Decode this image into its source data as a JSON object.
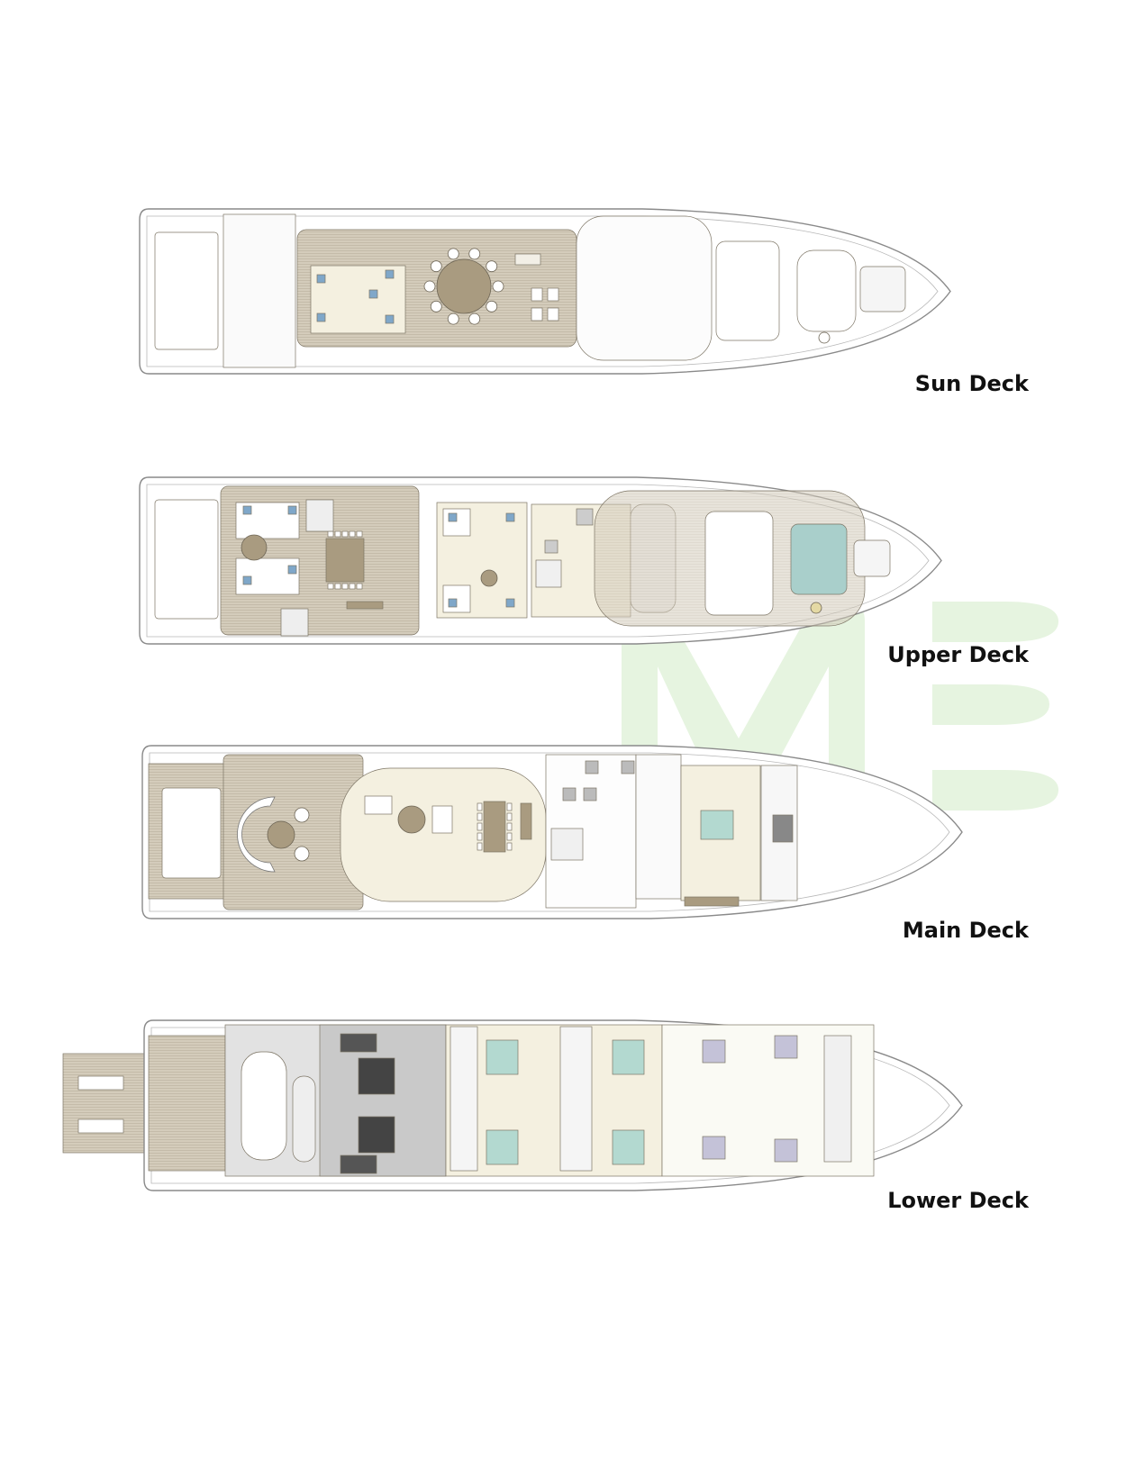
{
  "decks": [
    {
      "id": "sun",
      "label": "Sun Deck"
    },
    {
      "id": "upper",
      "label": "Upper Deck"
    },
    {
      "id": "main",
      "label": "Main Deck"
    },
    {
      "id": "lower",
      "label": "Lower Deck"
    }
  ],
  "watermark": {
    "text": "ME",
    "color": "#e6f4e0"
  },
  "colors": {
    "hull_line": "#8a8a8a",
    "teak": "#d4ccbb",
    "interior": "#f4f0e0",
    "furniture": "#a99b80",
    "cushion": "#ffffff",
    "pool": "#a9cfcb",
    "bed": "#b3d9d0",
    "engine_room": "#c9c9c9",
    "blue_accent": "#4d7fa8"
  }
}
